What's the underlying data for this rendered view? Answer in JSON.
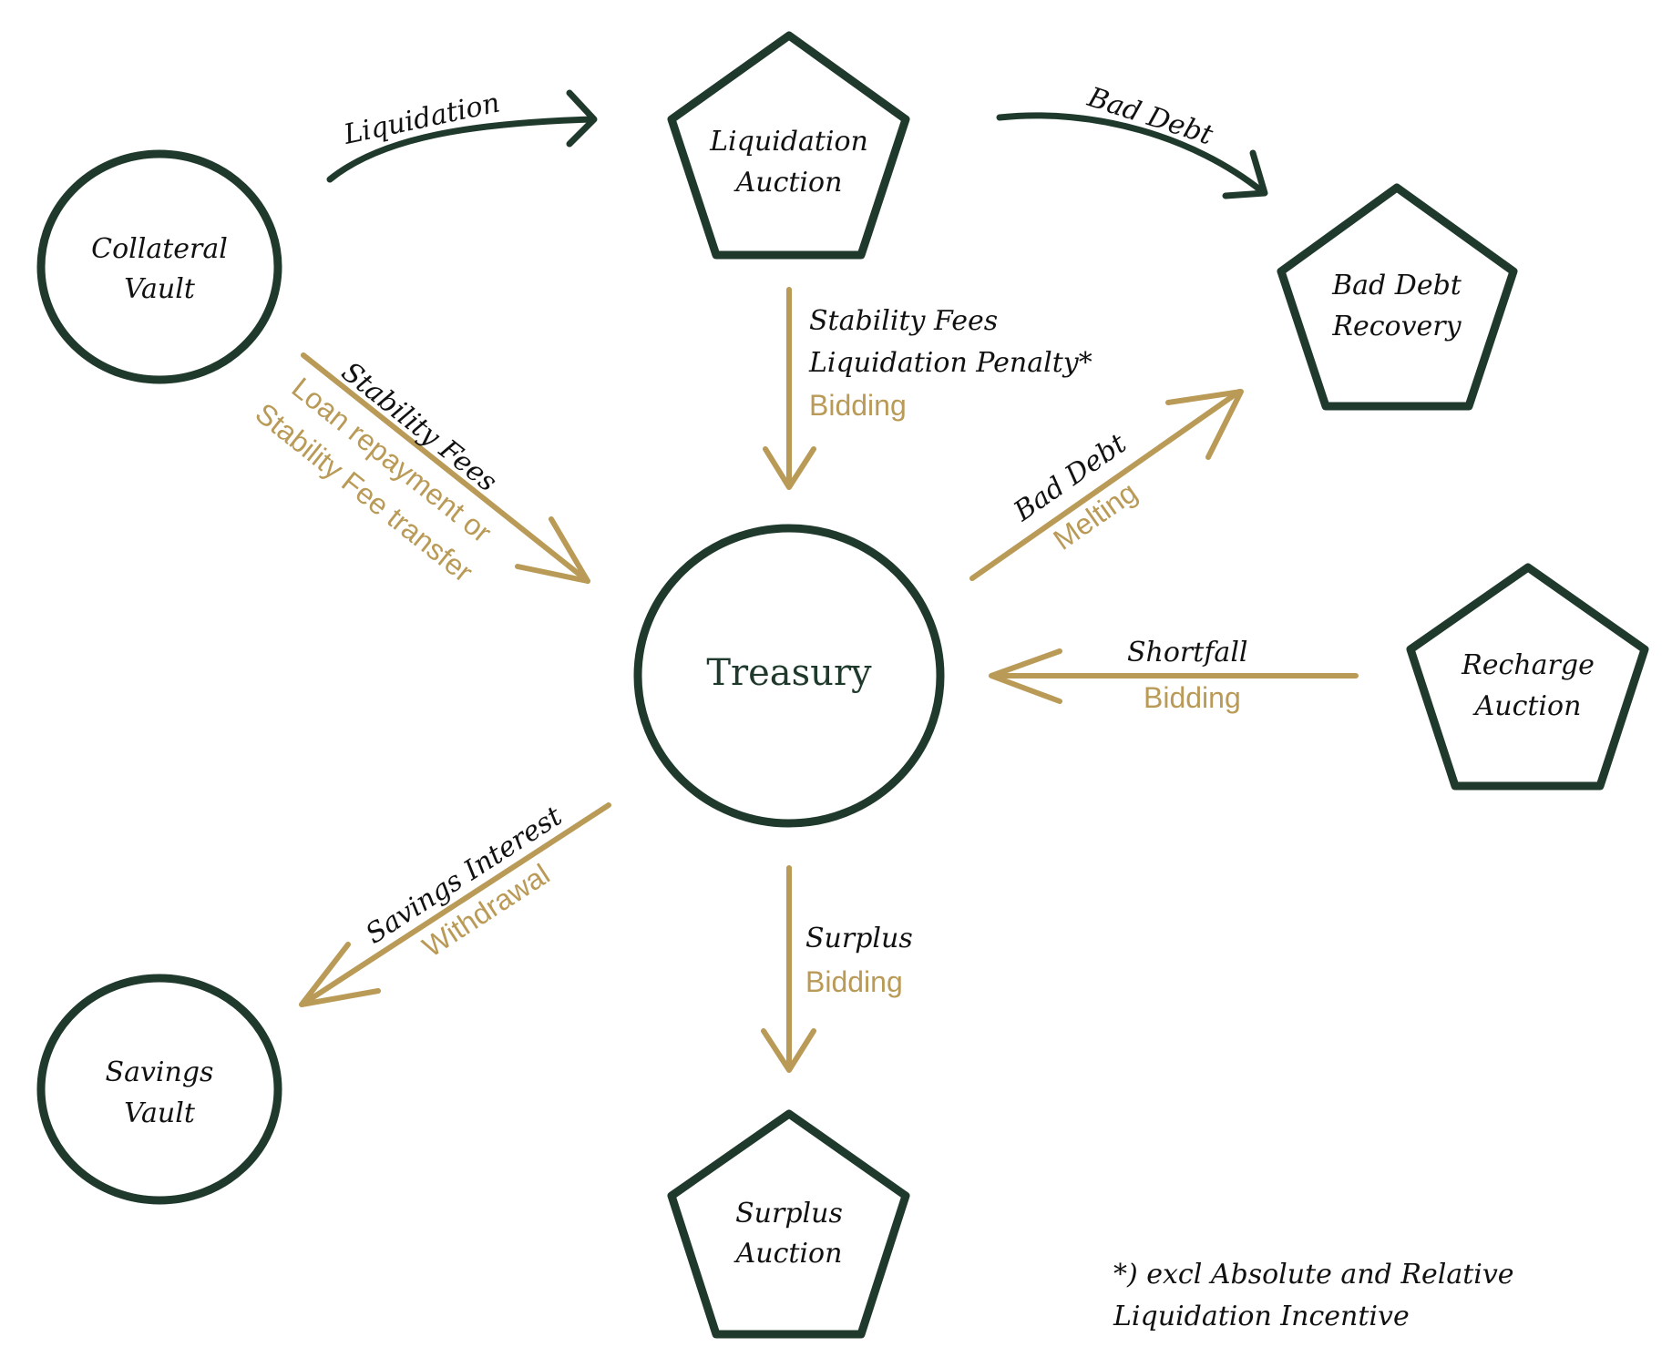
{
  "nodes": {
    "collateral_vault": {
      "line1": "Collateral",
      "line2": "Vault"
    },
    "liquidation_auction": {
      "line1": "Liquidation",
      "line2": "Auction"
    },
    "bad_debt_recovery": {
      "line1": "Bad Debt",
      "line2": "Recovery"
    },
    "treasury": {
      "label": "Treasury"
    },
    "recharge_auction": {
      "line1": "Recharge",
      "line2": "Auction"
    },
    "savings_vault": {
      "line1": "Savings",
      "line2": "Vault"
    },
    "surplus_auction": {
      "line1": "Surplus",
      "line2": "Auction"
    }
  },
  "edges": {
    "vault_to_liquidation": {
      "dark": "Liquidation"
    },
    "liquidation_to_bad_debt": {
      "dark": "Bad Debt"
    },
    "liquidation_to_treasury": {
      "dark1": "Stability Fees",
      "dark2": "Liquidation Penalty*",
      "gold": "Bidding"
    },
    "vault_to_treasury": {
      "dark": "Stability Fees",
      "gold1": "Loan repayment or",
      "gold2": "Stability Fee transfer"
    },
    "treasury_to_bad_debt": {
      "dark": "Bad Debt",
      "gold": "Melting"
    },
    "recharge_to_treasury": {
      "dark": "Shortfall",
      "gold": "Bidding"
    },
    "treasury_to_savings": {
      "dark": "Savings Interest",
      "gold": "Withdrawal"
    },
    "treasury_to_surplus": {
      "dark": "Surplus",
      "gold": "Bidding"
    }
  },
  "footnote": {
    "line1": "*) excl Absolute and Relative",
    "line2": "Liquidation Incentive"
  },
  "colors": {
    "dark_green": "#1f3a2c",
    "gold": "#b99a57"
  }
}
